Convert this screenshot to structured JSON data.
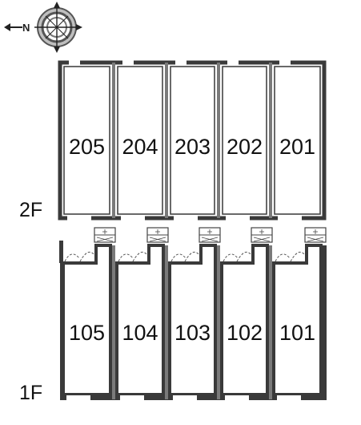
{
  "compass": {
    "letter": "N",
    "icon": "compass-rose-icon"
  },
  "floors": [
    {
      "label": "2F",
      "rooms": [
        "205",
        "204",
        "203",
        "202",
        "201"
      ]
    },
    {
      "label": "1F",
      "rooms": [
        "105",
        "104",
        "103",
        "102",
        "101"
      ]
    }
  ],
  "colors": {
    "wall": "#3a3a3a",
    "wall_fill": "#7a7a7a",
    "ink": "#111111",
    "background": "#ffffff"
  }
}
